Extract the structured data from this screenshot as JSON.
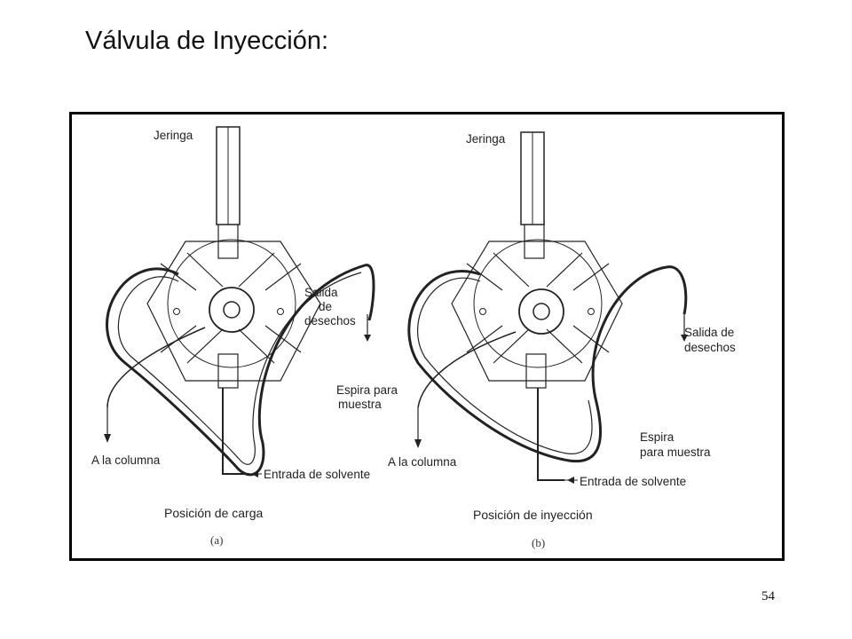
{
  "slide": {
    "title": "Válvula de Inyección:",
    "page_number": "54"
  },
  "figure": {
    "panel_a": {
      "syringe": "Jeringa",
      "waste": [
        "Salida",
        "de",
        "desechos"
      ],
      "loop": [
        "Espira para",
        "muestra"
      ],
      "column": "A la columna",
      "solvent": "Entrada de solvente",
      "position": "Posición de carga",
      "letter": "(a)"
    },
    "panel_b": {
      "syringe": "Jeringa",
      "waste": [
        "Salida de",
        "desechos"
      ],
      "loop": [
        "Espira",
        "para muestra"
      ],
      "column": "A la columna",
      "solvent": "Entrada de solvente",
      "position": "Posición de inyección",
      "letter": "(b)"
    }
  }
}
